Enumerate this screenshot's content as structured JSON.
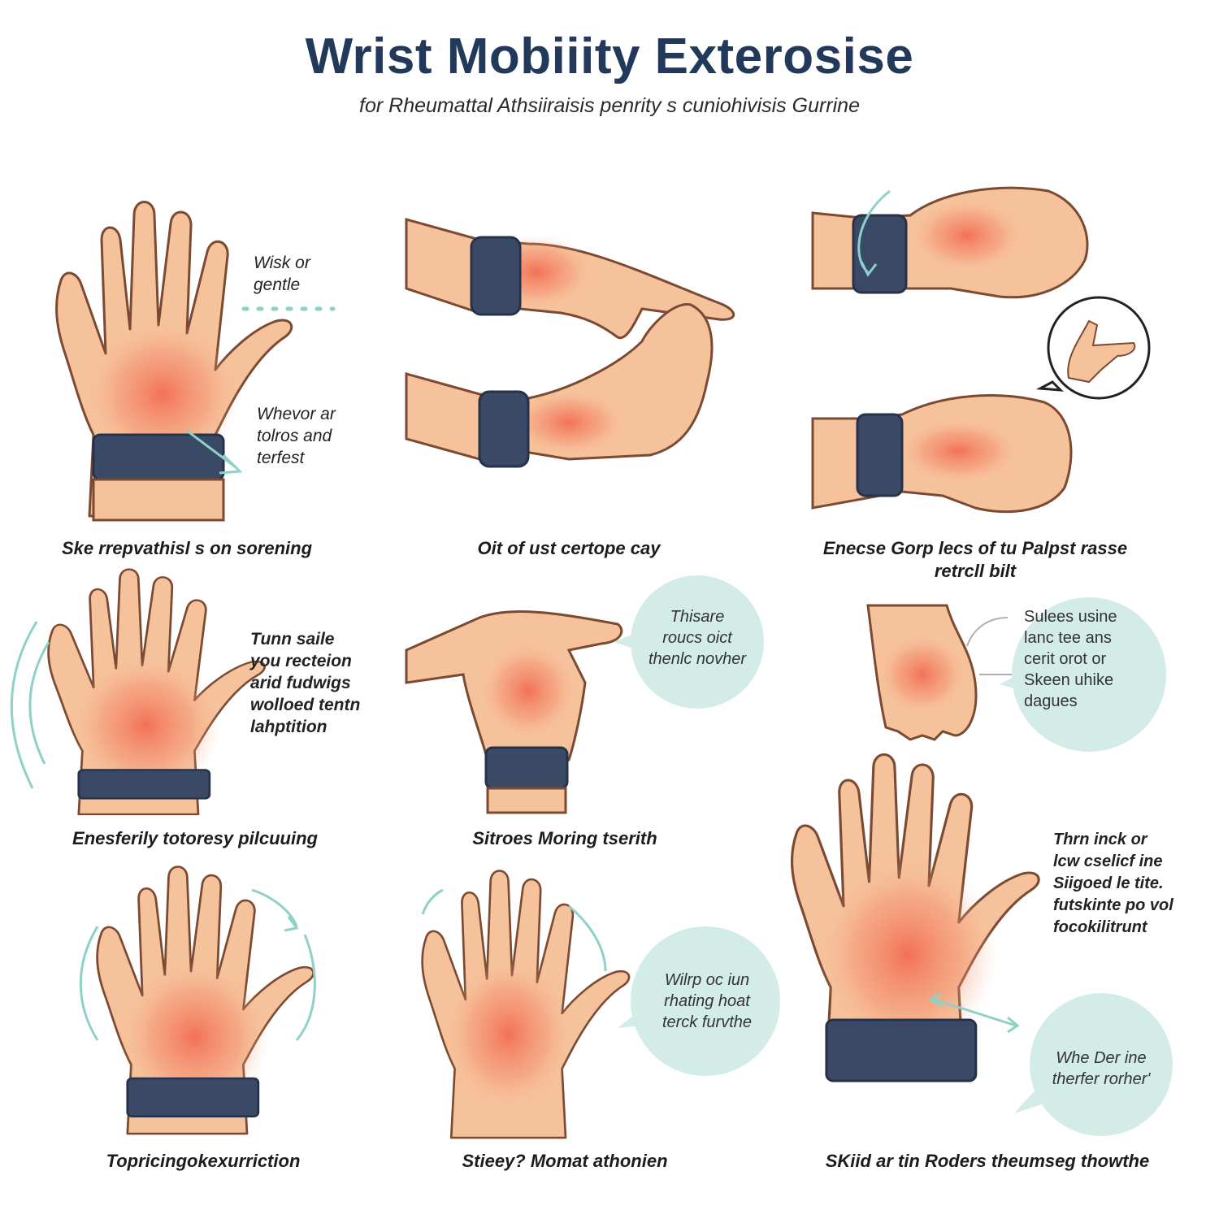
{
  "header": {
    "title": "Wrist Mobiiity Exterosise",
    "subtitle": "for Rheumattal Athsiiraisis penrity s cuniohivisis Gurrine"
  },
  "colors": {
    "skin": "#f6c29b",
    "skin_outline": "#7a4a32",
    "inflammation": "#f2624a",
    "wristband": "#3a4a66",
    "bubble": "#d4ece8",
    "accent": "#8ed1c8",
    "title": "#23395b"
  },
  "panels": [
    {
      "caption": [
        "Ske rrepvathisl s on sorening"
      ],
      "notes": [
        [
          "Wisk or",
          "gentle"
        ],
        [
          "Whevor ar",
          "tolros and",
          "terfest"
        ]
      ],
      "icons": [
        "open-hand",
        "dotted-motion-line",
        "arrow"
      ]
    },
    {
      "caption": [
        "Oit of ust certope cay"
      ],
      "notes": [],
      "icons": [
        "two-hands-stretch"
      ]
    },
    {
      "caption": [
        "Enecse Gorp lecs of tu Palpst rasse",
        "retrcll bilt"
      ],
      "notes": [],
      "icons": [
        "fist-bent",
        "rotation-arrow",
        "hand-inset-circle"
      ]
    },
    {
      "caption": [
        "Enesferily totoresy pilcuuing"
      ],
      "notes": [
        [
          "Tunn saile",
          "you recteion",
          "arid fudwigs",
          "wolloed tentn",
          "lahptition"
        ]
      ],
      "icons": [
        "open-hand",
        "motion-arcs"
      ]
    },
    {
      "caption": [
        "Sitroes Moring tserith"
      ],
      "notes": [
        [
          "Thisare",
          "roucs oict",
          "thenlc novher"
        ]
      ],
      "icons": [
        "hand-pressing",
        "speech-bubble"
      ]
    },
    {
      "caption": [],
      "notes": [
        [
          "Sulees usine",
          "lanc tee ans",
          "cerit orot or",
          "Skeen uhike",
          "dagues"
        ]
      ],
      "icons": [
        "hand-down",
        "arrow",
        "speech-bubble"
      ]
    },
    {
      "caption": [
        "Topricingokexurriction"
      ],
      "notes": [],
      "icons": [
        "open-hand",
        "rotation-arrows"
      ]
    },
    {
      "caption": [
        "Stieey? Momat athonien"
      ],
      "notes": [
        [
          "Wilrp oc iun",
          "rhating hoat",
          "terck furvthe"
        ]
      ],
      "icons": [
        "open-hand",
        "rotation-arrows",
        "speech-bubble"
      ]
    },
    {
      "caption": [
        "SKiid ar tin Roders theumseg thowthe"
      ],
      "notes": [
        [
          "Thrn inck or",
          "lcw cselicf ine",
          "Siigoed le tite.",
          "futskinte po vol",
          "focokilitrunt"
        ],
        [
          "Whe Der ine",
          "therfer rorher'"
        ]
      ],
      "icons": [
        "large-open-hand",
        "double-arrow",
        "speech-bubble"
      ]
    }
  ]
}
